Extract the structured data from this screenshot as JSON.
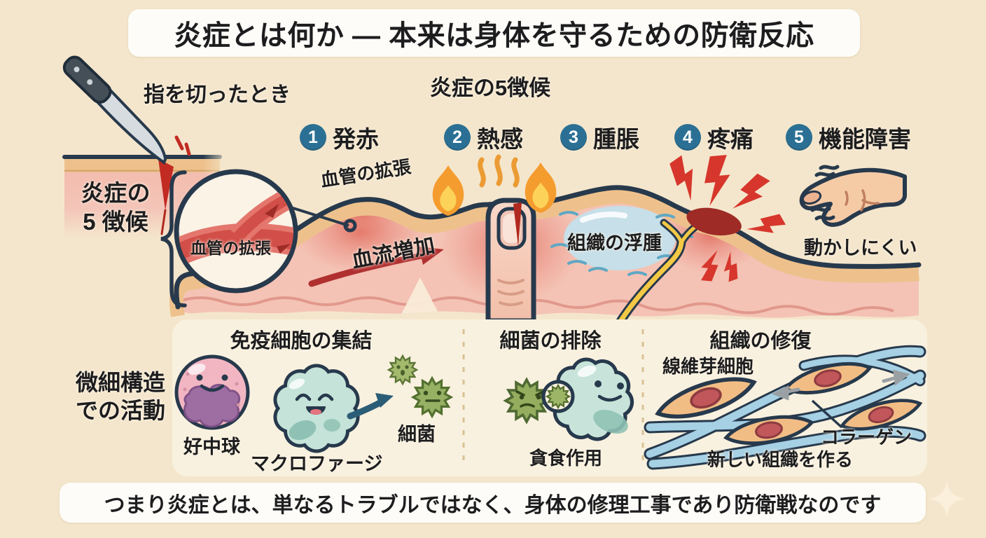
{
  "title": "炎症とは何か ― 本来は身体を守るための防衛反応",
  "trigger_label": "指を切ったとき",
  "five_signs": {
    "heading": "炎症の5徴候",
    "side_label": {
      "line1": "炎症の",
      "line2": "5 徴候"
    },
    "items": [
      {
        "num": "1",
        "label": "発赤"
      },
      {
        "num": "2",
        "label": "熱感"
      },
      {
        "num": "3",
        "label": "腫脹"
      },
      {
        "num": "4",
        "label": "疼痛"
      },
      {
        "num": "5",
        "label": "機能障害"
      }
    ]
  },
  "annotations": {
    "vessel_inset": "血管の拡張",
    "vasodilation": "血管の拡張",
    "blood_flow": "血流増加",
    "edema": "組織の浮腫",
    "hard_to_move": "動かしにくい"
  },
  "micro_section": {
    "side_label": {
      "line1": "微細構造",
      "line2": "での活動"
    },
    "panel1": {
      "title": "免疫細胞の集結",
      "neutrophil": "好中球",
      "macrophage": "マクロファージ",
      "bacteria": "細菌"
    },
    "panel2": {
      "title": "細菌の排除",
      "caption": "貪食作用"
    },
    "panel3": {
      "title": "組織の修復",
      "fibroblast": "線維芽細胞",
      "collagen": "コラーゲン",
      "caption": "新しい組織を作る"
    }
  },
  "footer": "つまり炎症とは、単なるトラブルではなく、身体の修理工事であり防衛戦なのです",
  "colors": {
    "background": "#f4e6cc",
    "banner": "#fdfcf8",
    "text": "#1d1d1f",
    "badge": "#2b7094",
    "outline_navy": "#27394c",
    "inflamed_red": "#d7362c",
    "dermis_pink": "#f4c3b5",
    "epidermis": "#eec18c",
    "edema_blue": "#c3e0eb",
    "nerve_yellow": "#f3c844",
    "flame_orange": "#f59c2f",
    "bacteria_green": "#9db566",
    "macrophage_teal": "#c5e3d9",
    "neutrophil_pink": "#f2b6c2",
    "fibroblast_orange": "#f2bd85",
    "collagen_blue": "#a6d0e4",
    "panel_bg": "#f9f1df"
  }
}
